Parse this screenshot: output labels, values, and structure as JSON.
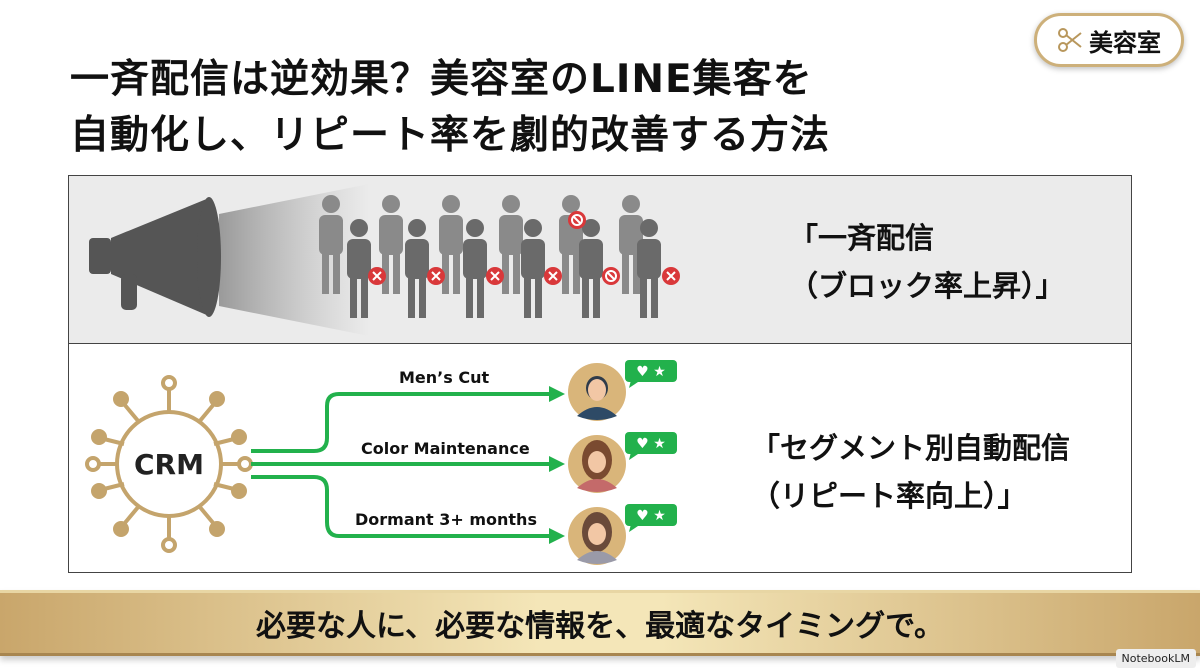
{
  "title": {
    "line1": "一斉配信は逆効果？美容室のLINE集客を",
    "line2": "自動化し、リピート率を劇的改善する方法"
  },
  "badge": {
    "label": "美容室",
    "icon": "scissors-icon"
  },
  "broadcast": {
    "caption": "「一斉配信\n（ブロック率上昇）」"
  },
  "segment": {
    "caption": "「セグメント別自動配信\n（リピート率向上）」",
    "crm_label": "CRM",
    "segments": [
      {
        "label": "Men’s Cut"
      },
      {
        "label": "Color Maintenance"
      },
      {
        "label": "Dormant 3+ months"
      }
    ]
  },
  "banner": {
    "text": "必要な人に、必要な情報を、最適なタイミングで。"
  },
  "watermark": {
    "label": "NotebookLM"
  },
  "colors": {
    "gold": "#c9a66b",
    "green": "#22b14c",
    "red": "#d9383a"
  }
}
